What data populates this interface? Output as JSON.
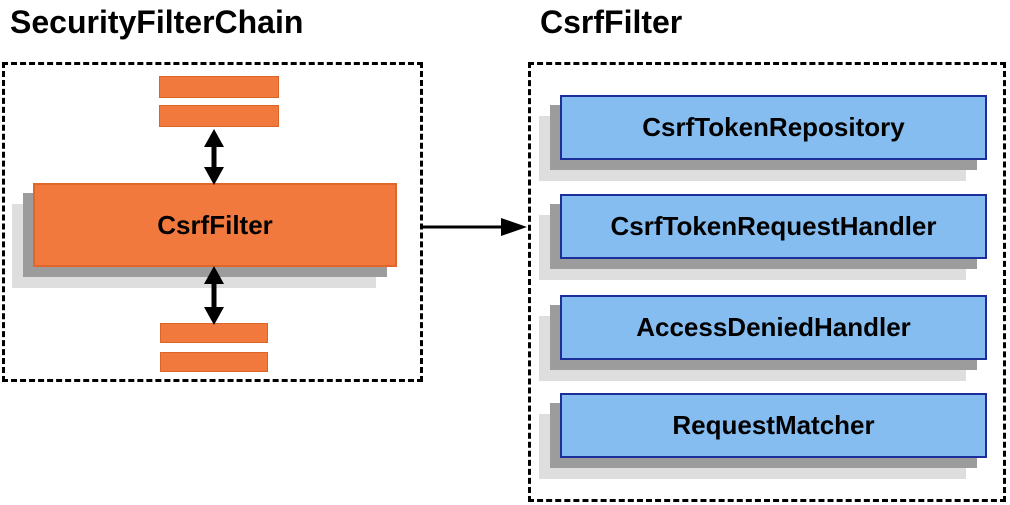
{
  "security_filter_chain_panel": {
    "title": "SecurityFilterChain",
    "csrf_filter_box_label": "CsrfFilter",
    "other_filters": "unlabeled filter bars above and below CsrfFilter"
  },
  "csrf_filter_panel": {
    "title": "CsrfFilter",
    "components": [
      {
        "label": "CsrfTokenRepository"
      },
      {
        "label": "CsrfTokenRequestHandler"
      },
      {
        "label": "AccessDeniedHandler"
      },
      {
        "label": "RequestMatcher"
      }
    ]
  },
  "icons": {
    "top_bidirectional_arrow": "up-down-arrow",
    "bottom_bidirectional_arrow": "up-down-arrow",
    "delegation_arrow": "right-arrow"
  },
  "colors": {
    "background": "#ffffff",
    "orange_fill": "#f2793d",
    "orange_border": "#e2662a",
    "blue_fill": "#85bdf0",
    "blue_border": "#1c2e99",
    "shadow_dark": "#9c9c9c",
    "shadow_light": "#dedede",
    "dashed_border": "#000000",
    "arrow": "#000000",
    "text": "#000000"
  }
}
